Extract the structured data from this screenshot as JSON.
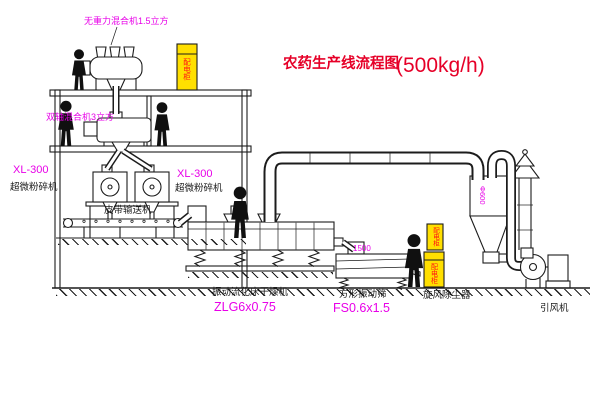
{
  "diagram": {
    "title": {
      "prefix": "农药生产线流程图",
      "capacity": "(500kg/h)"
    }
  },
  "colors": {
    "title_red": "#e60028",
    "magenta": "#e800e8",
    "cabinet_yellow": "#ffdf00",
    "cabinet_red": "#ff1414",
    "line_black": "#1c1c1c"
  },
  "labels": {
    "mixer1": "无重力混合机1.5立方",
    "mixer2": "双轴混合机3立方",
    "crusher_left_model": "XL-300",
    "crusher_left_name": "超微粉碎机",
    "crusher_mid_model": "XL-300",
    "crusher_mid_name": "超微粉碎机",
    "belt_conveyor": "皮带输送机",
    "dryer_name": "振动流化床干燥机",
    "dryer_model": "ZLG6x0.75",
    "screen_name": "方形振动筛",
    "screen_model": "FS0.6x1.5",
    "screen_dim": "1500",
    "cyclone_name": "旋风除尘器",
    "cyclone_dim": "Φ600",
    "fan_name": "引风机",
    "cabinet_text": "配电柜"
  }
}
